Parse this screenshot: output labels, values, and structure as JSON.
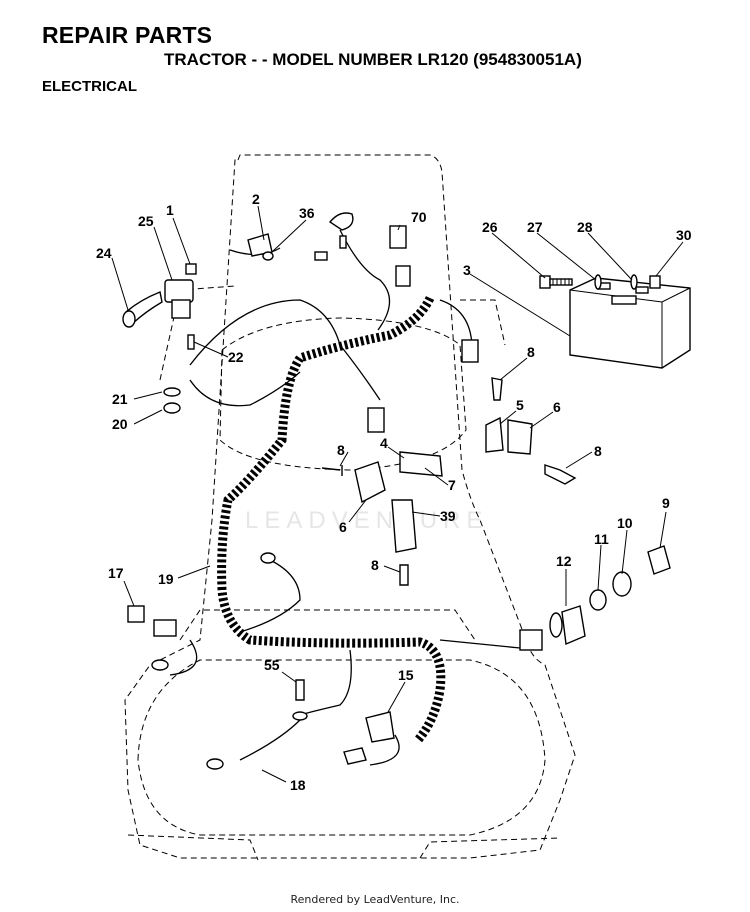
{
  "header": {
    "title": "REPAIR PARTS",
    "subtitle": "TRACTOR - - MODEL NUMBER LR120 (954830051A)",
    "section": "ELECTRICAL"
  },
  "watermark": "LEADVENTURE",
  "footer": "Rendered by LeadVenture, Inc.",
  "callouts": {
    "p1": "1",
    "p2": "2",
    "p3": "3",
    "p4": "4",
    "p5": "5",
    "p6a": "6",
    "p6b": "6",
    "p7": "7",
    "p8a": "8",
    "p8b": "8",
    "p8c": "8",
    "p8d": "8",
    "p9": "9",
    "p10": "10",
    "p11": "11",
    "p12": "12",
    "p15": "15",
    "p17": "17",
    "p18": "18",
    "p19": "19",
    "p20": "20",
    "p21": "21",
    "p22": "22",
    "p24": "24",
    "p25": "25",
    "p26": "26",
    "p27": "27",
    "p28": "28",
    "p30": "30",
    "p36": "36",
    "p39": "39",
    "p55": "55",
    "p70": "70"
  }
}
